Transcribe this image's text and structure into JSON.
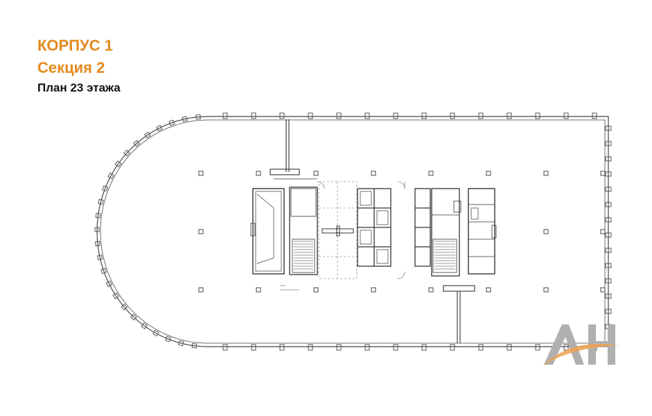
{
  "header": {
    "building": "КОРПУС 1",
    "section": "Секция 2",
    "floor_plan": "План 23 этажа"
  },
  "colors": {
    "accent": "#e38a1e",
    "text": "#111111",
    "line": "#333333",
    "logo_gray": "#b0b0b0",
    "logo_orange": "#f0a050"
  },
  "logo": {
    "name": "ah-logo"
  }
}
